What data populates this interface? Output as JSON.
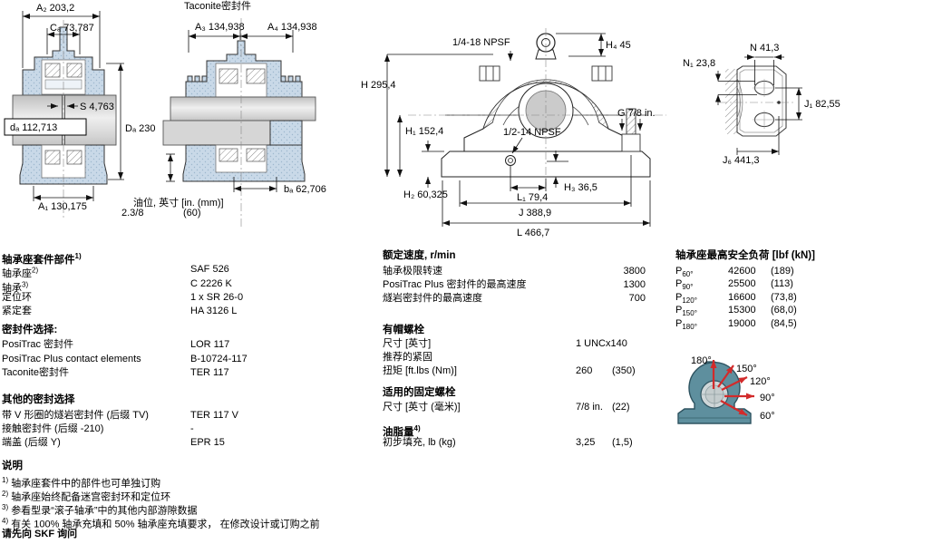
{
  "colors": {
    "housing_blue": "#c9d9e8",
    "shaft_gray": "#d9d9d9",
    "line_dark": "#222222",
    "load_body_teal": "#5e8f9e",
    "load_arrow_red": "#d22b2b"
  },
  "d1": {
    "a2": "A₂ 203,2",
    "ca": "Cₐ 73,787",
    "s": "S 4,763",
    "da": "dₐ 112,713",
    "Da": "Dₐ 230",
    "a1": "A₁ 130,175"
  },
  "d2": {
    "title": "Taconite密封件",
    "a3": "A₃ 134,938",
    "a4": "A₄ 134,938",
    "ba": "bₐ 62,706",
    "oil_line1": "油位, 英寸 [in. (mm)]",
    "oil_val": "2.3/8",
    "oil_mm": "(60)"
  },
  "d3": {
    "npsf_top": "1/4-18 NPSF",
    "h4": "H₄ 45",
    "h": "H 295,4",
    "h1": "H₁ 152,4",
    "npsf_side": "1/2-14 NPSF",
    "g": "G 7/8 in.",
    "h2": "H₂ 60,325",
    "h3": "H₃ 36,5",
    "l1": "L₁ 79,4",
    "j": "J 388,9",
    "l": "L 466,7"
  },
  "d4": {
    "n": "N 41,3",
    "n1": "N₁ 23,8",
    "j1": "J₁ 82,55",
    "j6": "J₆ 441,3"
  },
  "load_diagram": {
    "labels": [
      "180°",
      "150°",
      "120°",
      "90°",
      "60°"
    ]
  },
  "housing_parts": {
    "header": {
      "text": "轴承座套件部件",
      "sup": "1)"
    },
    "rows": [
      {
        "label": "轴承座",
        "sup": "2)",
        "value": "SAF 526"
      },
      {
        "label": "轴承",
        "sup": "3)",
        "value": "C 2226 K"
      },
      {
        "label": "定位环",
        "sup": "",
        "value": "1 x SR 26-0"
      },
      {
        "label": "紧定套",
        "sup": "",
        "value": "HA 3126 L"
      }
    ]
  },
  "seal_selection": {
    "header": "密封件选择:",
    "rows": [
      {
        "label": "PosiTrac 密封件",
        "value": "LOR 117"
      },
      {
        "label": "PosiTrac Plus contact elements",
        "value": "B-10724-117"
      },
      {
        "label": "Taconite密封件",
        "value": "TER 117"
      }
    ]
  },
  "other_seals": {
    "header": "其他的密封选择",
    "rows": [
      {
        "label": "带 V 形圈的燧岩密封件 (后缀 TV)",
        "value": "TER 117 V"
      },
      {
        "label": "接触密封件 (后缀 -210)",
        "value": "-"
      },
      {
        "label": "端盖 (后缀 Y)",
        "value": "EPR 15"
      }
    ]
  },
  "speeds": {
    "header": "额定速度, r/min",
    "rows": [
      {
        "label": "轴承极限转速",
        "value": "3800"
      },
      {
        "label": "PosiTrac Plus 密封件的最高速度",
        "value": "1300"
      },
      {
        "label": "燧岩密封件的最高速度",
        "value": "700"
      }
    ]
  },
  "cap_bolts": {
    "header": "有帽螺栓",
    "size_label": "尺寸 [英寸]",
    "size_value": "1 UNCx140",
    "recommend_label": "推荐的紧固",
    "torque_label": "扭矩 [ft.lbs (Nm)]",
    "torque_value": "260",
    "torque_value2": "(350)"
  },
  "attach_bolts": {
    "header": "适用的固定螺栓",
    "size_label": "尺寸 [英寸 (毫米)]",
    "size_value": "7/8 in.",
    "size_value2": "(22)"
  },
  "grease": {
    "header": {
      "text": "油脂量",
      "sup": "4)"
    },
    "fill_label": "初步填充, lb (kg)",
    "fill_value": "3,25",
    "fill_value2": "(1,5)"
  },
  "load_table": {
    "header": "轴承座最高安全负荷 [lbf (kN)]",
    "rows": [
      {
        "sym": "P",
        "sub": "60°",
        "value": "42600",
        "kn": "(189)"
      },
      {
        "sym": "P",
        "sub": "90°",
        "value": "25500",
        "kn": "(113)"
      },
      {
        "sym": "P",
        "sub": "120°",
        "value": "16600",
        "kn": "(73,8)"
      },
      {
        "sym": "P",
        "sub": "150°",
        "value": "15300",
        "kn": "(68,0)"
      },
      {
        "sym": "P",
        "sub": "180°",
        "value": "19000",
        "kn": "(84,5)"
      }
    ]
  },
  "notes": {
    "header": "说明",
    "items": [
      {
        "sup": "1)",
        "text": "轴承座套件中的部件也可单独订购"
      },
      {
        "sup": "2)",
        "text": "轴承座始终配备迷宫密封环和定位环"
      },
      {
        "sup": "3)",
        "text": "参看型录“滚子轴承”中的其他内部游隙数据"
      },
      {
        "sup": "4)",
        "text": "有关 100% 轴承充填和 50% 轴承座充填要求， 在修改设计或订购之前"
      }
    ],
    "footer": "请先向 SKF 询问"
  }
}
